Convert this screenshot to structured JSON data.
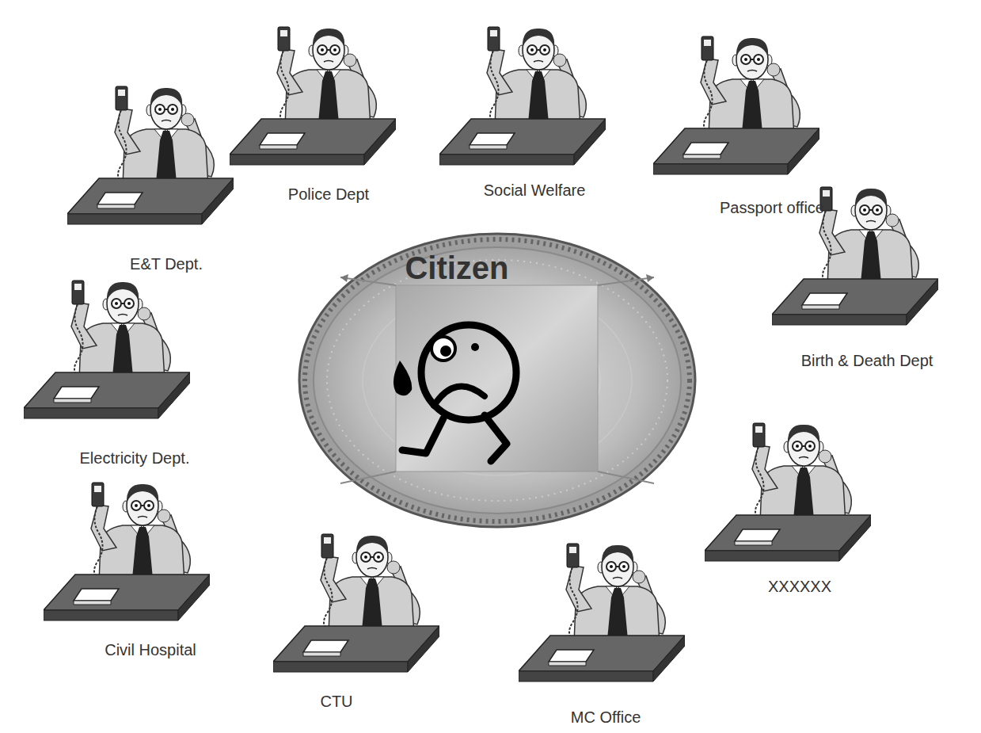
{
  "diagram": {
    "nodes": [
      {
        "text": [
          "Police Dept"
        ]
      },
      {
        "text": [
          "Social Welfare"
        ]
      },
      {
        "text": [
          "Passport office"
        ]
      },
      {
        "text": [
          "E&T Dept."
        ]
      },
      {
        "text": [
          "Citizen"
        ]
      },
      {
        "text": [
          "Birth & Death Dept"
        ]
      },
      {
        "text": [
          "Electricity Dept."
        ]
      },
      {
        "text": [
          "XXXXXX"
        ]
      },
      {
        "text": [
          "Civil Hospital"
        ]
      },
      {
        "text": [
          "CTU"
        ]
      },
      {
        "text": [
          "MC Office"
        ]
      }
    ]
  }
}
